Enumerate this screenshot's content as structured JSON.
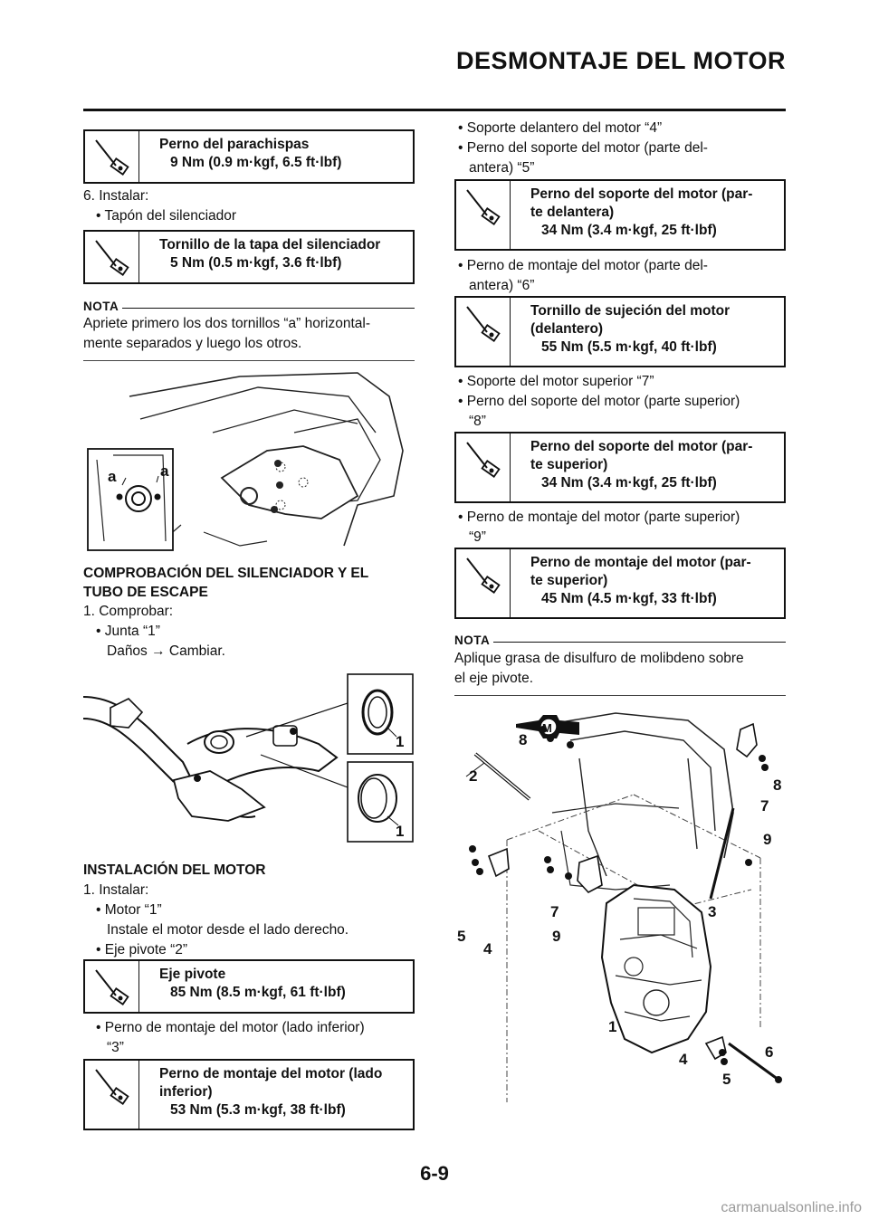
{
  "header": {
    "title": "DESMONTAJE DEL MOTOR"
  },
  "page_number": "6-9",
  "watermark": "carmanualsonline.info",
  "torque_boxes": [
    {
      "name": "Perno del parachispas",
      "value": "9 Nm (0.9 m·kgf, 6.5 ft·lbf)"
    },
    {
      "name": "Tornillo de la tapa del silenciador",
      "value": "5 Nm (0.5 m·kgf, 3.6 ft·lbf)"
    },
    {
      "name": "Eje pivote",
      "value": "85 Nm (8.5 m·kgf, 61 ft·lbf)"
    },
    {
      "name_l1": "Perno de montaje del motor (lado",
      "name_l2": "inferior)",
      "value": "53 Nm (5.3 m·kgf, 38 ft·lbf)"
    },
    {
      "name_l1": "Perno del soporte del motor (par-",
      "name_l2": "te delantera)",
      "value": "34 Nm (3.4 m·kgf, 25 ft·lbf)"
    },
    {
      "name_l1": "Tornillo de sujeción del motor",
      "name_l2": "(delantero)",
      "value": "55 Nm (5.5 m·kgf, 40 ft·lbf)"
    },
    {
      "name_l1": "Perno del soporte del motor (par-",
      "name_l2": "te superior)",
      "value": "34 Nm (3.4 m·kgf, 25 ft·lbf)"
    },
    {
      "name_l1": "Perno de montaje del motor (par-",
      "name_l2": "te superior)",
      "value": "45 Nm (4.5 m·kgf, 33 ft·lbf)"
    }
  ],
  "left": {
    "step6": "6.  Instalar:",
    "step6_item": "• Tapón del silenciador",
    "nota_label": "NOTA",
    "nota1_l1": "Apriete primero los dos tornillos “a” horizontal-",
    "nota1_l2": "mente separados y luego los otros.",
    "fig1_labels": [
      "a",
      "a"
    ],
    "section1_l1": "COMPROBACIÓN DEL SILENCIADOR Y EL",
    "section1_l2": "TUBO DE ESCAPE",
    "check_step": "1.  Comprobar:",
    "check_item": "• Junta “1”",
    "check_item_sub": "Daños → Cambiar.",
    "fig2_labels": [
      "1",
      "1"
    ],
    "section2": "INSTALACIÓN DEL MOTOR",
    "install_step": "1.  Instalar:",
    "install_item1": "• Motor “1”",
    "install_item1_sub": "Instale el motor desde el lado derecho.",
    "install_item2": "• Eje pivote “2”",
    "install_item3_l1": "• Perno de montaje del motor (lado inferior)",
    "install_item3_l2": "“3”"
  },
  "right": {
    "item4": "• Soporte delantero del motor “4”",
    "item5_l1": "• Perno del soporte del motor (parte del-",
    "item5_l2": "antera) “5”",
    "item6_l1": "• Perno de montaje del motor (parte del-",
    "item6_l2": "antera) “6”",
    "item7": "• Soporte del motor superior “7”",
    "item8_l1": "• Perno del soporte del motor (parte superior)",
    "item8_l2": "“8”",
    "item9_l1": "• Perno de montaje del motor (parte superior)",
    "item9_l2": "“9”",
    "nota_label": "NOTA",
    "nota2_l1": "Aplique grasa de disulfuro de molibdeno sobre",
    "nota2_l2": "el eje pivote.",
    "fig3_labels": [
      "8",
      "2",
      "M",
      "8",
      "7",
      "9",
      "7",
      "3",
      "9",
      "5",
      "4",
      "1",
      "4",
      "6",
      "5"
    ]
  }
}
